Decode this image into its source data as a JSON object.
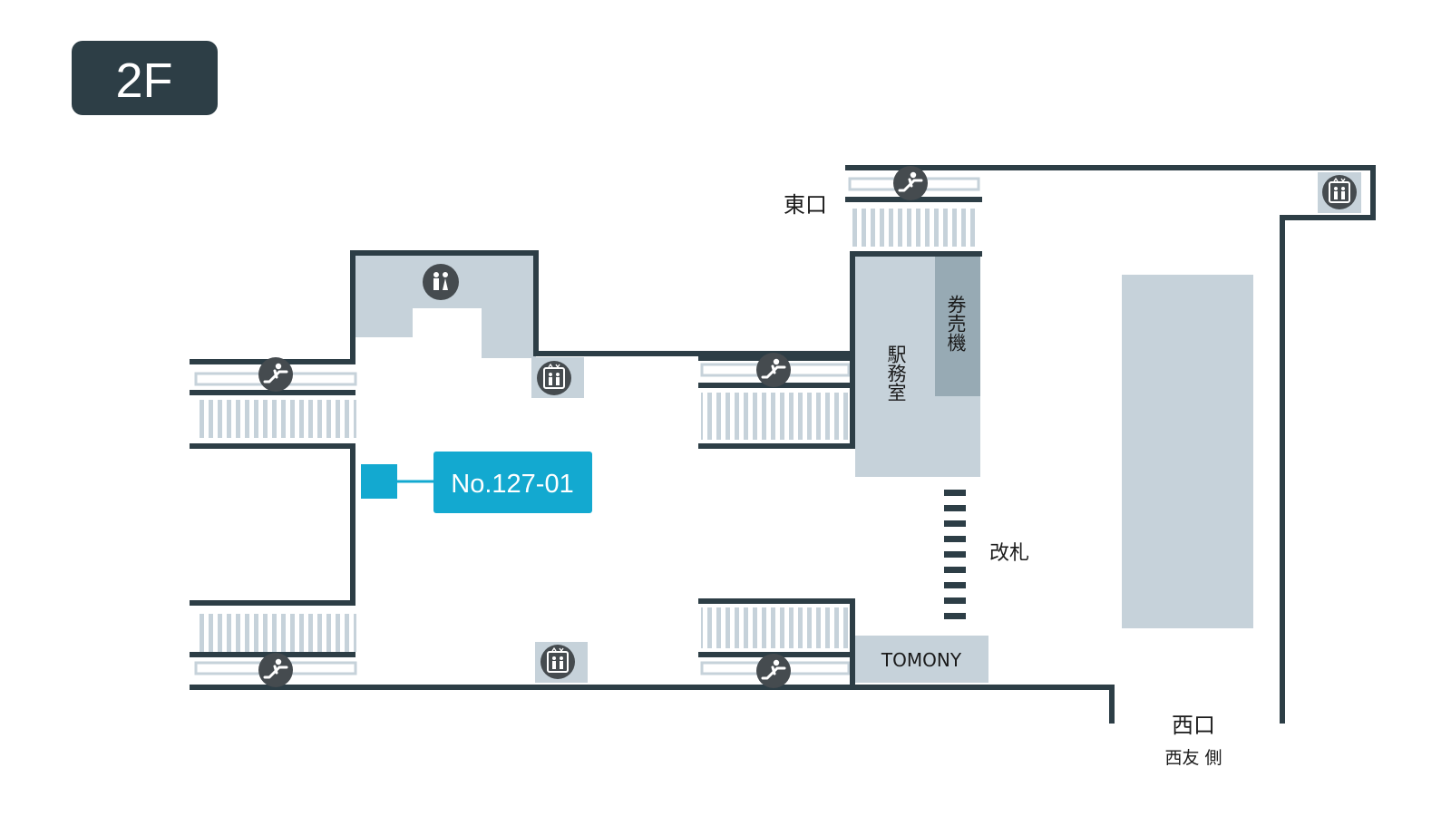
{
  "floor": {
    "label": "2F"
  },
  "labels": {
    "east_exit": "東口",
    "west_exit": "西口",
    "west_exit_sub": "西友 側",
    "ticket_gate": "改札",
    "station_office": "駅務室",
    "ticket_machine": "券売機",
    "tomony": "TOMONY"
  },
  "highlight": {
    "number": "No.127-01",
    "color": "#13a9d0"
  },
  "colors": {
    "wall": "#2d3e46",
    "area": "#c6d2da",
    "area_dark": "#97aab4",
    "icon_bg": "#454b4f",
    "badge": "#2d3e46"
  },
  "icons": {
    "escalator": "escalator-icon",
    "elevator": "elevator-icon",
    "restroom": "restroom-icon"
  }
}
